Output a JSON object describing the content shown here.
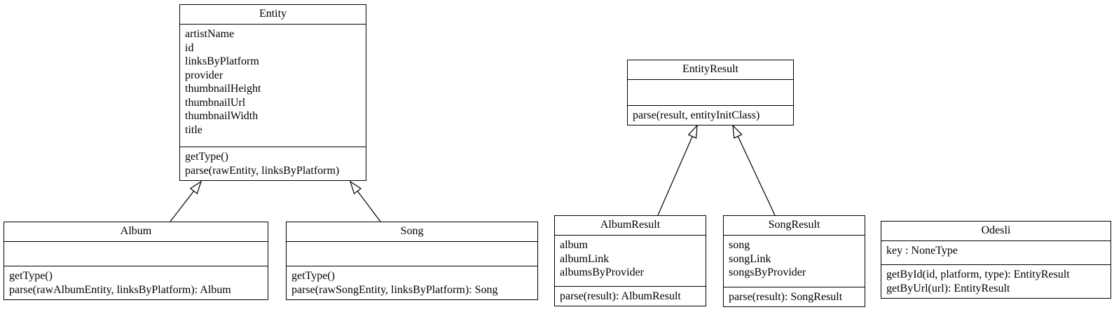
{
  "diagram": {
    "type": "uml-class-diagram",
    "colors": {
      "box_border": "#000000",
      "box_fill": "#ffffff",
      "text": "#000000",
      "arrow_stroke": "#000000",
      "arrowhead_fill": "#ffffff",
      "background": "#ffffff"
    },
    "classes": [
      {
        "name": "Entity",
        "attributes": [
          "artistName",
          "id",
          "linksByPlatform",
          "provider",
          "thumbnailHeight",
          "thumbnailUrl",
          "thumbnailWidth",
          "title"
        ],
        "methods": [
          "getType()",
          "parse(rawEntity, linksByPlatform)"
        ]
      },
      {
        "name": "EntityResult",
        "attributes": [],
        "methods": [
          "parse(result, entityInitClass)"
        ]
      },
      {
        "name": "Album",
        "attributes": [],
        "methods": [
          "getType()",
          "parse(rawAlbumEntity, linksByPlatform): Album"
        ]
      },
      {
        "name": "Song",
        "attributes": [],
        "methods": [
          "getType()",
          "parse(rawSongEntity, linksByPlatform): Song"
        ]
      },
      {
        "name": "AlbumResult",
        "attributes": [
          "album",
          "albumLink",
          "albumsByProvider"
        ],
        "methods": [
          "parse(result): AlbumResult"
        ]
      },
      {
        "name": "SongResult",
        "attributes": [
          "song",
          "songLink",
          "songsByProvider"
        ],
        "methods": [
          "parse(result): SongResult"
        ]
      },
      {
        "name": "Odesli",
        "attributes": [
          "key : NoneType"
        ],
        "methods": [
          "getById(id, platform, type): EntityResult",
          "getByUrl(url): EntityResult"
        ]
      }
    ],
    "relations": [
      {
        "child": "Album",
        "parent": "Entity",
        "type": "inheritance"
      },
      {
        "child": "Song",
        "parent": "Entity",
        "type": "inheritance"
      },
      {
        "child": "AlbumResult",
        "parent": "EntityResult",
        "type": "inheritance"
      },
      {
        "child": "SongResult",
        "parent": "EntityResult",
        "type": "inheritance"
      }
    ]
  }
}
